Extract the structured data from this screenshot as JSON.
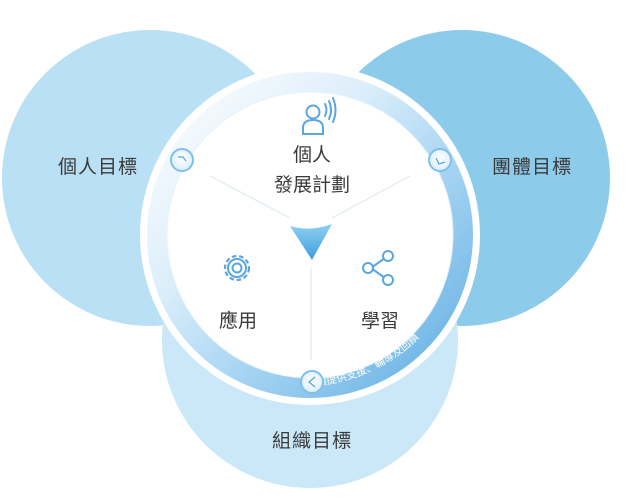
{
  "diagram": {
    "outer": {
      "individual_goal": "個人目標",
      "team_goal": "團體目標",
      "org_goal": "組織目標"
    },
    "inner": {
      "plan_line1": "個人",
      "plan_line2": "發展計劃",
      "apply": "應用",
      "learn": "學習"
    },
    "ring_caption": "持續提供支援、輔導及回饋",
    "icons": {
      "plan": "person-speaking-icon",
      "apply": "gear-icon",
      "learn": "share-icon"
    },
    "colors": {
      "circle_left": "#b9e0f4",
      "circle_right": "#8dcbea",
      "circle_bottom": "#cae8f7",
      "ring": "#7fbfe8",
      "icon": "#5aa6de",
      "center_arrow": "#5bb2e4"
    }
  }
}
